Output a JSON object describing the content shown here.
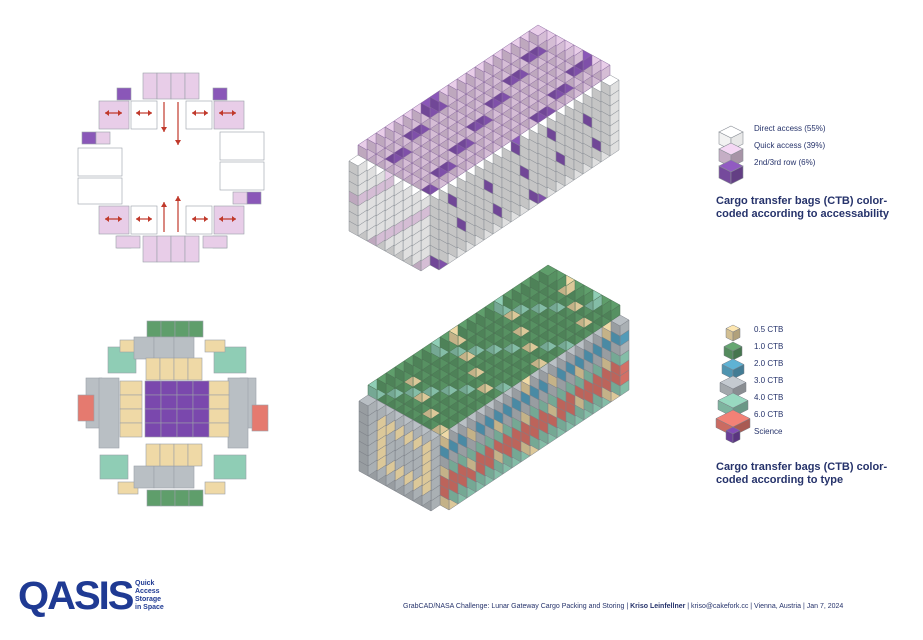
{
  "colors": {
    "direct": "#ffffff",
    "quick": "#e8cde8",
    "row23": "#8a57b8",
    "arrow": "#c0392b",
    "ctb05": "#efd9a6",
    "ctb10": "#5f9e6b",
    "ctb20": "#5aa8c8",
    "ctb30": "#b9bfc4",
    "ctb40": "#8fcdb5",
    "ctb60": "#e57a6f",
    "science": "#7a48ad",
    "navy": "#26336b",
    "logo": "#1f3a93"
  },
  "accessibility_legend": {
    "items": [
      {
        "label": "Direct access (55%)",
        "color": "#ffffff"
      },
      {
        "label": "Quick access (39%)",
        "color": "#e8cde8"
      },
      {
        "label": "2nd/3rd row (6%)",
        "color": "#8a57b8"
      }
    ],
    "caption": "Cargo transfer bags (CTB) color-coded according to accessability"
  },
  "type_legend": {
    "items": [
      {
        "label": "0.5 CTB",
        "color": "#efd9a6"
      },
      {
        "label": "1.0 CTB",
        "color": "#5f9e6b"
      },
      {
        "label": "2.0 CTB",
        "color": "#5aa8c8"
      },
      {
        "label": "3.0 CTB",
        "color": "#b9bfc4"
      },
      {
        "label": "4.0 CTB",
        "color": "#8fcdb5"
      },
      {
        "label": "6.0 CTB",
        "color": "#e57a6f"
      },
      {
        "label": "Science",
        "color": "#7a48ad"
      }
    ],
    "caption": "Cargo transfer bags  (CTB) color-coded according to type"
  },
  "branding": {
    "logo": "QASIS",
    "tagline": [
      "Quick",
      "Access",
      "Storage",
      "in Space"
    ]
  },
  "footer": {
    "challenge": "GrabCAD/NASA Challenge: Lunar Gateway Cargo Packing and Storing | ",
    "author": "Kriso Leinfellner",
    "details": " | kriso@cakefork.cc | Vienna, Austria | Jan 7, 2024"
  }
}
